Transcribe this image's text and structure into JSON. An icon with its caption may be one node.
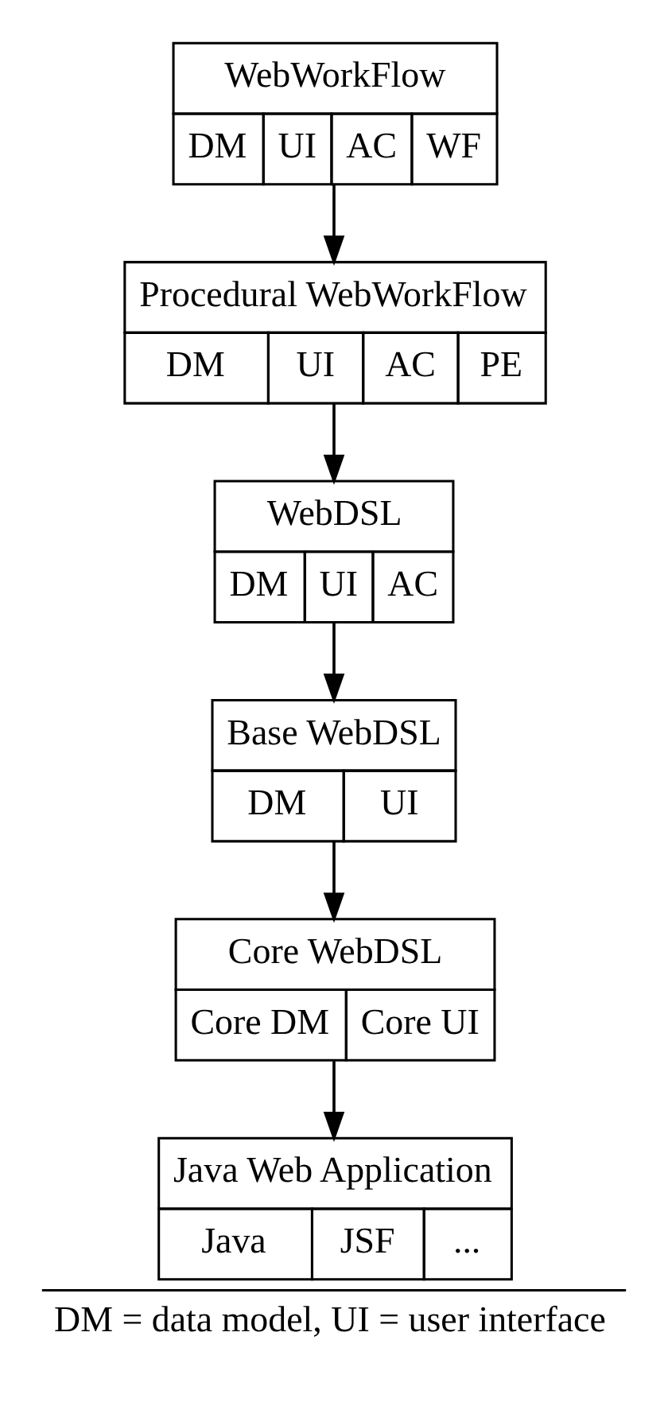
{
  "diagram": {
    "caption": "DM = data model, UI = user interface",
    "nodes": [
      {
        "text": [
          "WebWorkFlow",
          "DM",
          "UI",
          "AC",
          "WF"
        ]
      },
      {
        "text": [
          "Procedural WebWorkFlow",
          "DM",
          "UI",
          "AC",
          "PE"
        ]
      },
      {
        "text": [
          "WebDSL",
          "DM",
          "UI",
          "AC"
        ]
      },
      {
        "text": [
          "Base WebDSL",
          "DM",
          "UI"
        ]
      },
      {
        "text": [
          "Core WebDSL",
          "Core DM",
          "Core UI"
        ]
      },
      {
        "text": [
          "Java Web Application",
          "Java",
          "JSF",
          "..."
        ]
      }
    ],
    "edges": [
      {
        "from": 0,
        "to": 1,
        "arrow": "to"
      },
      {
        "from": 1,
        "to": 2,
        "arrow": "to"
      },
      {
        "from": 2,
        "to": 3,
        "arrow": "to"
      },
      {
        "from": 3,
        "to": 4,
        "arrow": "to"
      },
      {
        "from": 4,
        "to": 5,
        "arrow": "to"
      }
    ]
  }
}
